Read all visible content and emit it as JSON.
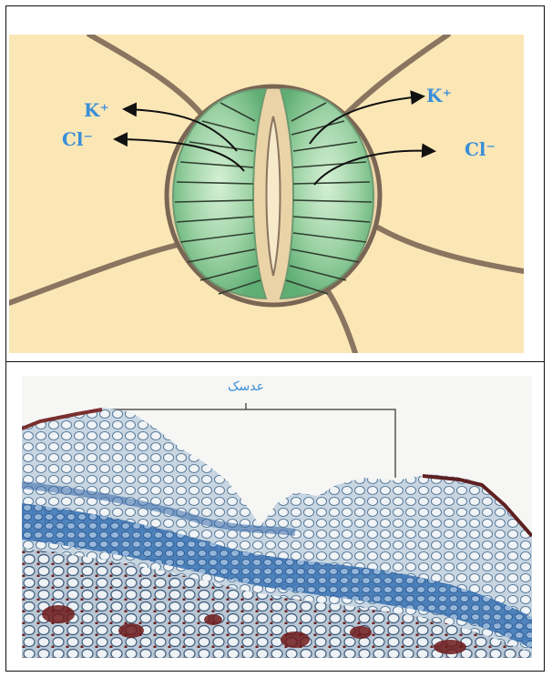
{
  "figure_top": {
    "labels": {
      "k_left": "K⁺",
      "cl_left": "Cl⁻",
      "k_right": "K⁺",
      "cl_right": "Cl⁻"
    }
  },
  "figure_bottom": {
    "caption": "عدسک"
  },
  "colors": {
    "background_cells": "#FBE7B6",
    "guard_cell": "#8BC79A",
    "label_blue": "#3B8ED8",
    "wall": "#8A7560"
  }
}
